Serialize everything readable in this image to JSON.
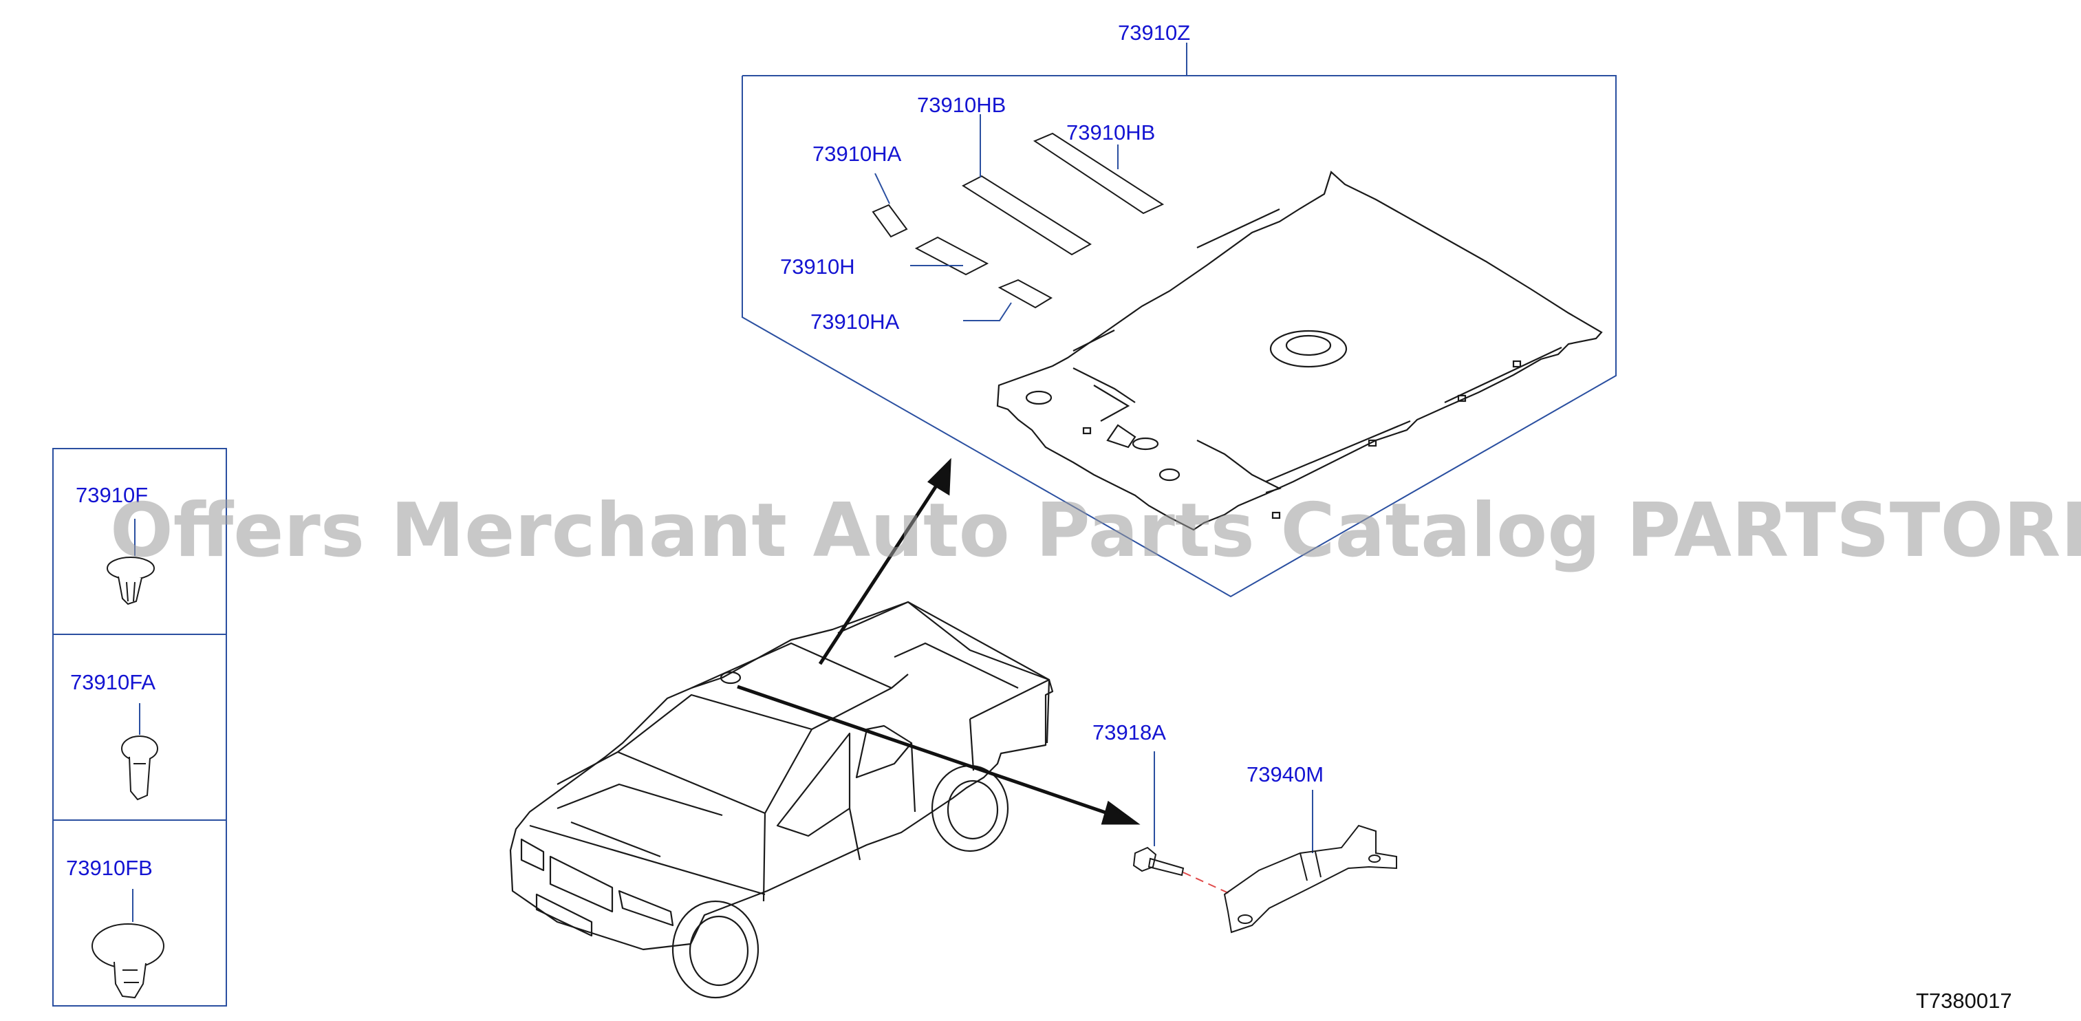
{
  "colors": {
    "label": "#1414d2",
    "leader": "#2a4fa0",
    "line": "#1a1a1a",
    "dash": "#e04a4a",
    "watermark": "#9a9a9a"
  },
  "labels": {
    "headlining_assembly": "73910Z",
    "strip_hb_left": "73910HB",
    "strip_hb_right": "73910HB",
    "pad_ha_top": "73910HA",
    "pad_h": "73910H",
    "pad_ha_bottom": "73910HA",
    "clip_f": "73910F",
    "clip_fa": "73910FA",
    "clip_fb": "73910FB",
    "bolt": "73918A",
    "bracket": "73940M"
  },
  "watermark": "Offers Merchant Auto Parts Catalog PARTSTORE.SA",
  "reference_code": "T7380017"
}
